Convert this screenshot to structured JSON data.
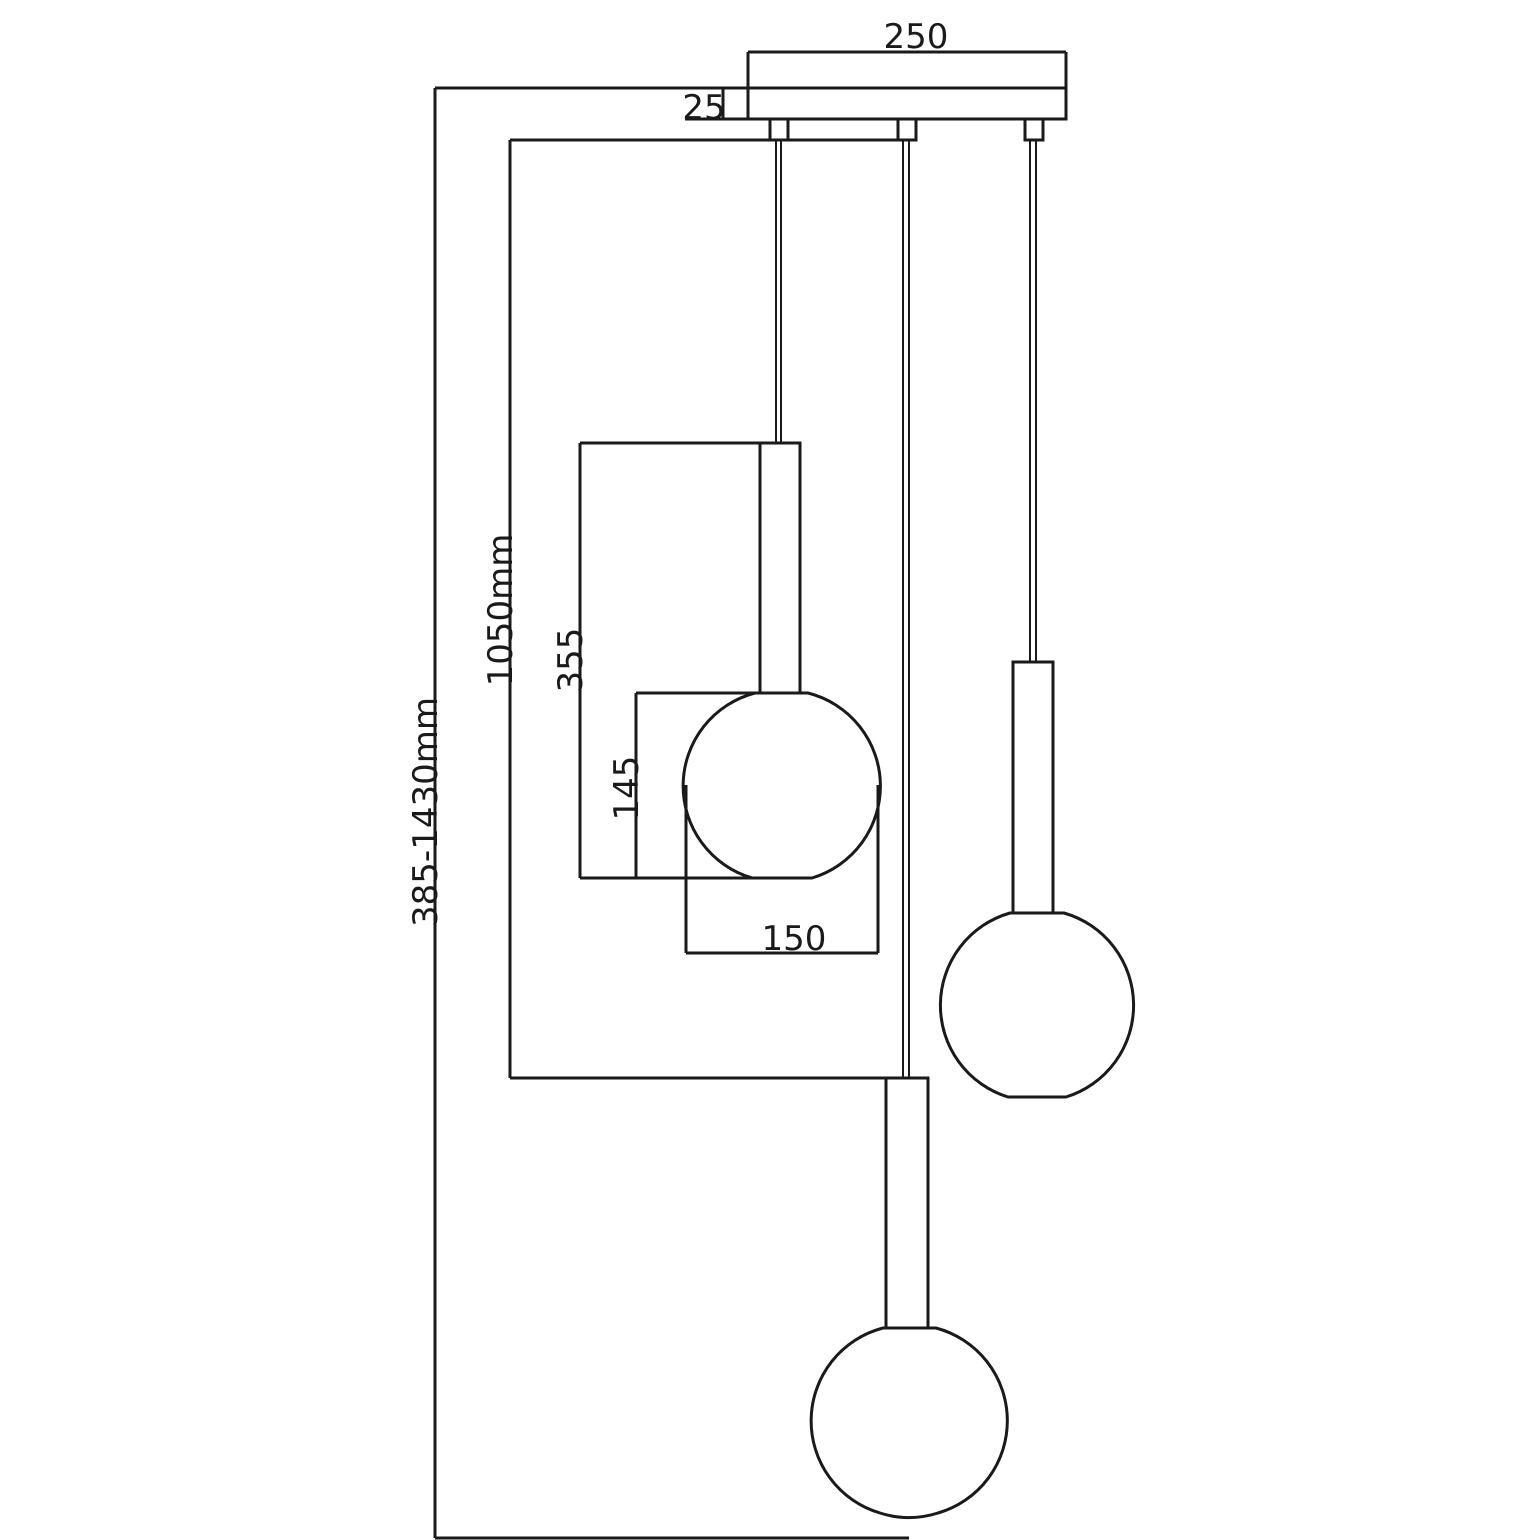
{
  "title": "Triple pendant lamp dimension drawing",
  "dimensions": {
    "canopy_width": "250",
    "canopy_height": "25",
    "total_height": "385-1430mm",
    "cable_length": "1050mm",
    "lamp_height": "355",
    "globe_height": "145",
    "globe_diameter": "150"
  },
  "colors": {
    "line": "#1a1a1a",
    "background": "#ffffff"
  }
}
